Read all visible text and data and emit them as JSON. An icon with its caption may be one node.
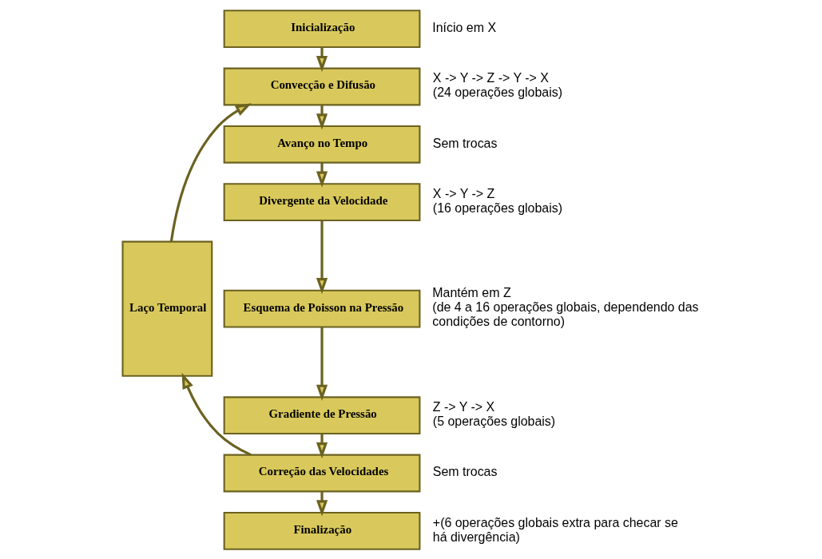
{
  "diagram": {
    "nodes": [
      {
        "text": [
          "Inicialização"
        ],
        "beside": [
          "Início em X"
        ]
      },
      {
        "text": [
          "Convecção e Difusão"
        ],
        "beside": [
          "X -> Y -> Z -> Y -> X",
          "(24 operações globais)"
        ]
      },
      {
        "text": [
          "Avanço no Tempo"
        ],
        "beside": [
          "Sem trocas"
        ]
      },
      {
        "text": [
          "Divergente da Velocidade"
        ],
        "beside": [
          "X -> Y -> Z",
          "(16 operações globais)"
        ]
      },
      {
        "text": [
          "Esquema de Poisson na Pressão"
        ],
        "beside": [
          "Mantém em Z",
          "(de 4 a 16 operações globais, dependendo das condições de contorno)"
        ]
      },
      {
        "text": [
          "Gradiente de Pressão"
        ],
        "beside": [
          "Z -> Y -> X",
          "(5 operações globais)"
        ]
      },
      {
        "text": [
          "Correção das Velocidades"
        ],
        "beside": [
          "Sem trocas"
        ]
      },
      {
        "text": [
          "Finalização"
        ],
        "beside": [
          "+(6 operações globais extra para checar se há divergência)"
        ]
      },
      {
        "text": [
          "Laço Temporal"
        ]
      }
    ],
    "edges": [
      {
        "from": 0,
        "to": 1,
        "arrow": "to"
      },
      {
        "from": 1,
        "to": 2,
        "arrow": "to"
      },
      {
        "from": 2,
        "to": 3,
        "arrow": "to"
      },
      {
        "from": 3,
        "to": 4,
        "arrow": "to"
      },
      {
        "from": 4,
        "to": 5,
        "arrow": "to"
      },
      {
        "from": 5,
        "to": 6,
        "arrow": "to"
      },
      {
        "from": 6,
        "to": 7,
        "arrow": "to"
      },
      {
        "from": 6,
        "to": 8,
        "arrow": "to"
      },
      {
        "from": 8,
        "to": 1,
        "arrow": "to"
      }
    ]
  }
}
